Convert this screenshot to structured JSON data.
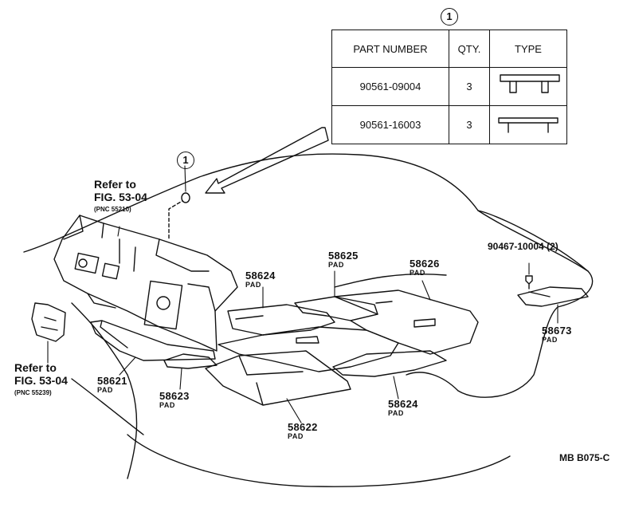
{
  "table": {
    "marker": "1",
    "headers": [
      "PART NUMBER",
      "QTY.",
      "TYPE"
    ],
    "rows": [
      {
        "part_number": "90561-09004",
        "qty": "3",
        "type_icon": "clip-type-a-icon"
      },
      {
        "part_number": "90561-16003",
        "qty": "3",
        "type_icon": "clip-type-b-icon"
      }
    ]
  },
  "callouts": {
    "clip_marker": "1",
    "ref_top": {
      "line1": "Refer to",
      "line2": "FIG. 53-04",
      "pnc": "(PNC 55210)"
    },
    "ref_left": {
      "line1": "Refer to",
      "line2": "FIG. 53-04",
      "pnc": "(PNC 55239)"
    }
  },
  "parts": [
    {
      "number": "58624",
      "desc": "PAD"
    },
    {
      "number": "58625",
      "desc": "PAD"
    },
    {
      "number": "58626",
      "desc": "PAD"
    },
    {
      "number": "58621",
      "desc": "PAD"
    },
    {
      "number": "58623",
      "desc": "PAD"
    },
    {
      "number": "58622",
      "desc": "PAD"
    },
    {
      "number": "58624",
      "desc": "PAD"
    },
    {
      "number": "58673",
      "desc": "PAD"
    }
  ],
  "fastener": {
    "number": "90467-10004",
    "qty": "(2)"
  },
  "drawing_code": "MB  B075-C"
}
